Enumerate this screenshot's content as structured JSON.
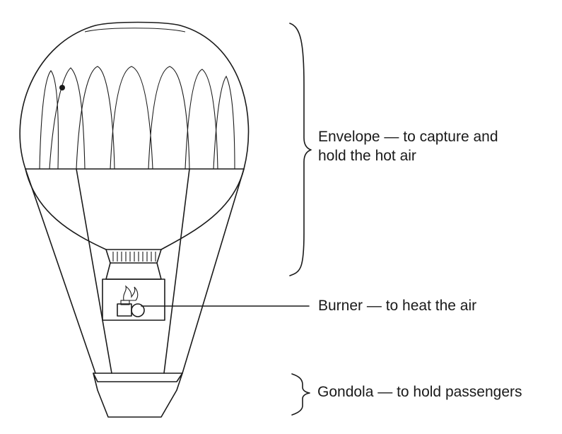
{
  "labels": {
    "envelope_line1": "Envelope — to capture and",
    "envelope_line2": "hold the hot air",
    "burner": "Burner — to heat the air",
    "gondola": "Gondola — to hold passengers"
  }
}
